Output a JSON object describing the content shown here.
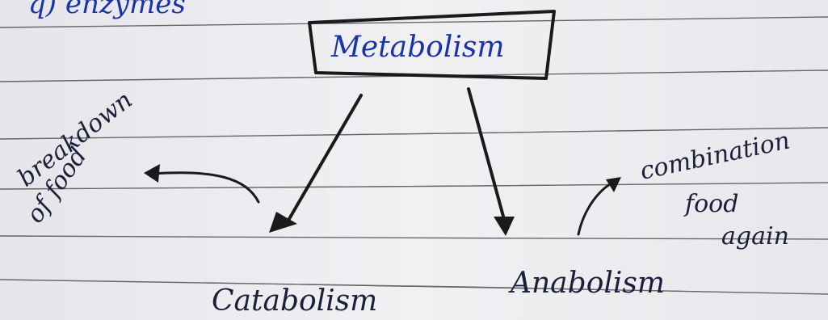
{
  "diagram": {
    "top_partial_text": "q) enzymes",
    "root_label": "Metabolism",
    "left_child_label": "Catabolism",
    "right_child_label": "Anabolism",
    "left_note": [
      "breakdown",
      "of food"
    ],
    "right_note": [
      "combination",
      "food",
      "again"
    ]
  },
  "colors": {
    "paper": "#eeedf0",
    "rule_line": "#2a2a2a",
    "ink_dark": "#1c1f3a",
    "ink_blue": "#1834a8"
  }
}
